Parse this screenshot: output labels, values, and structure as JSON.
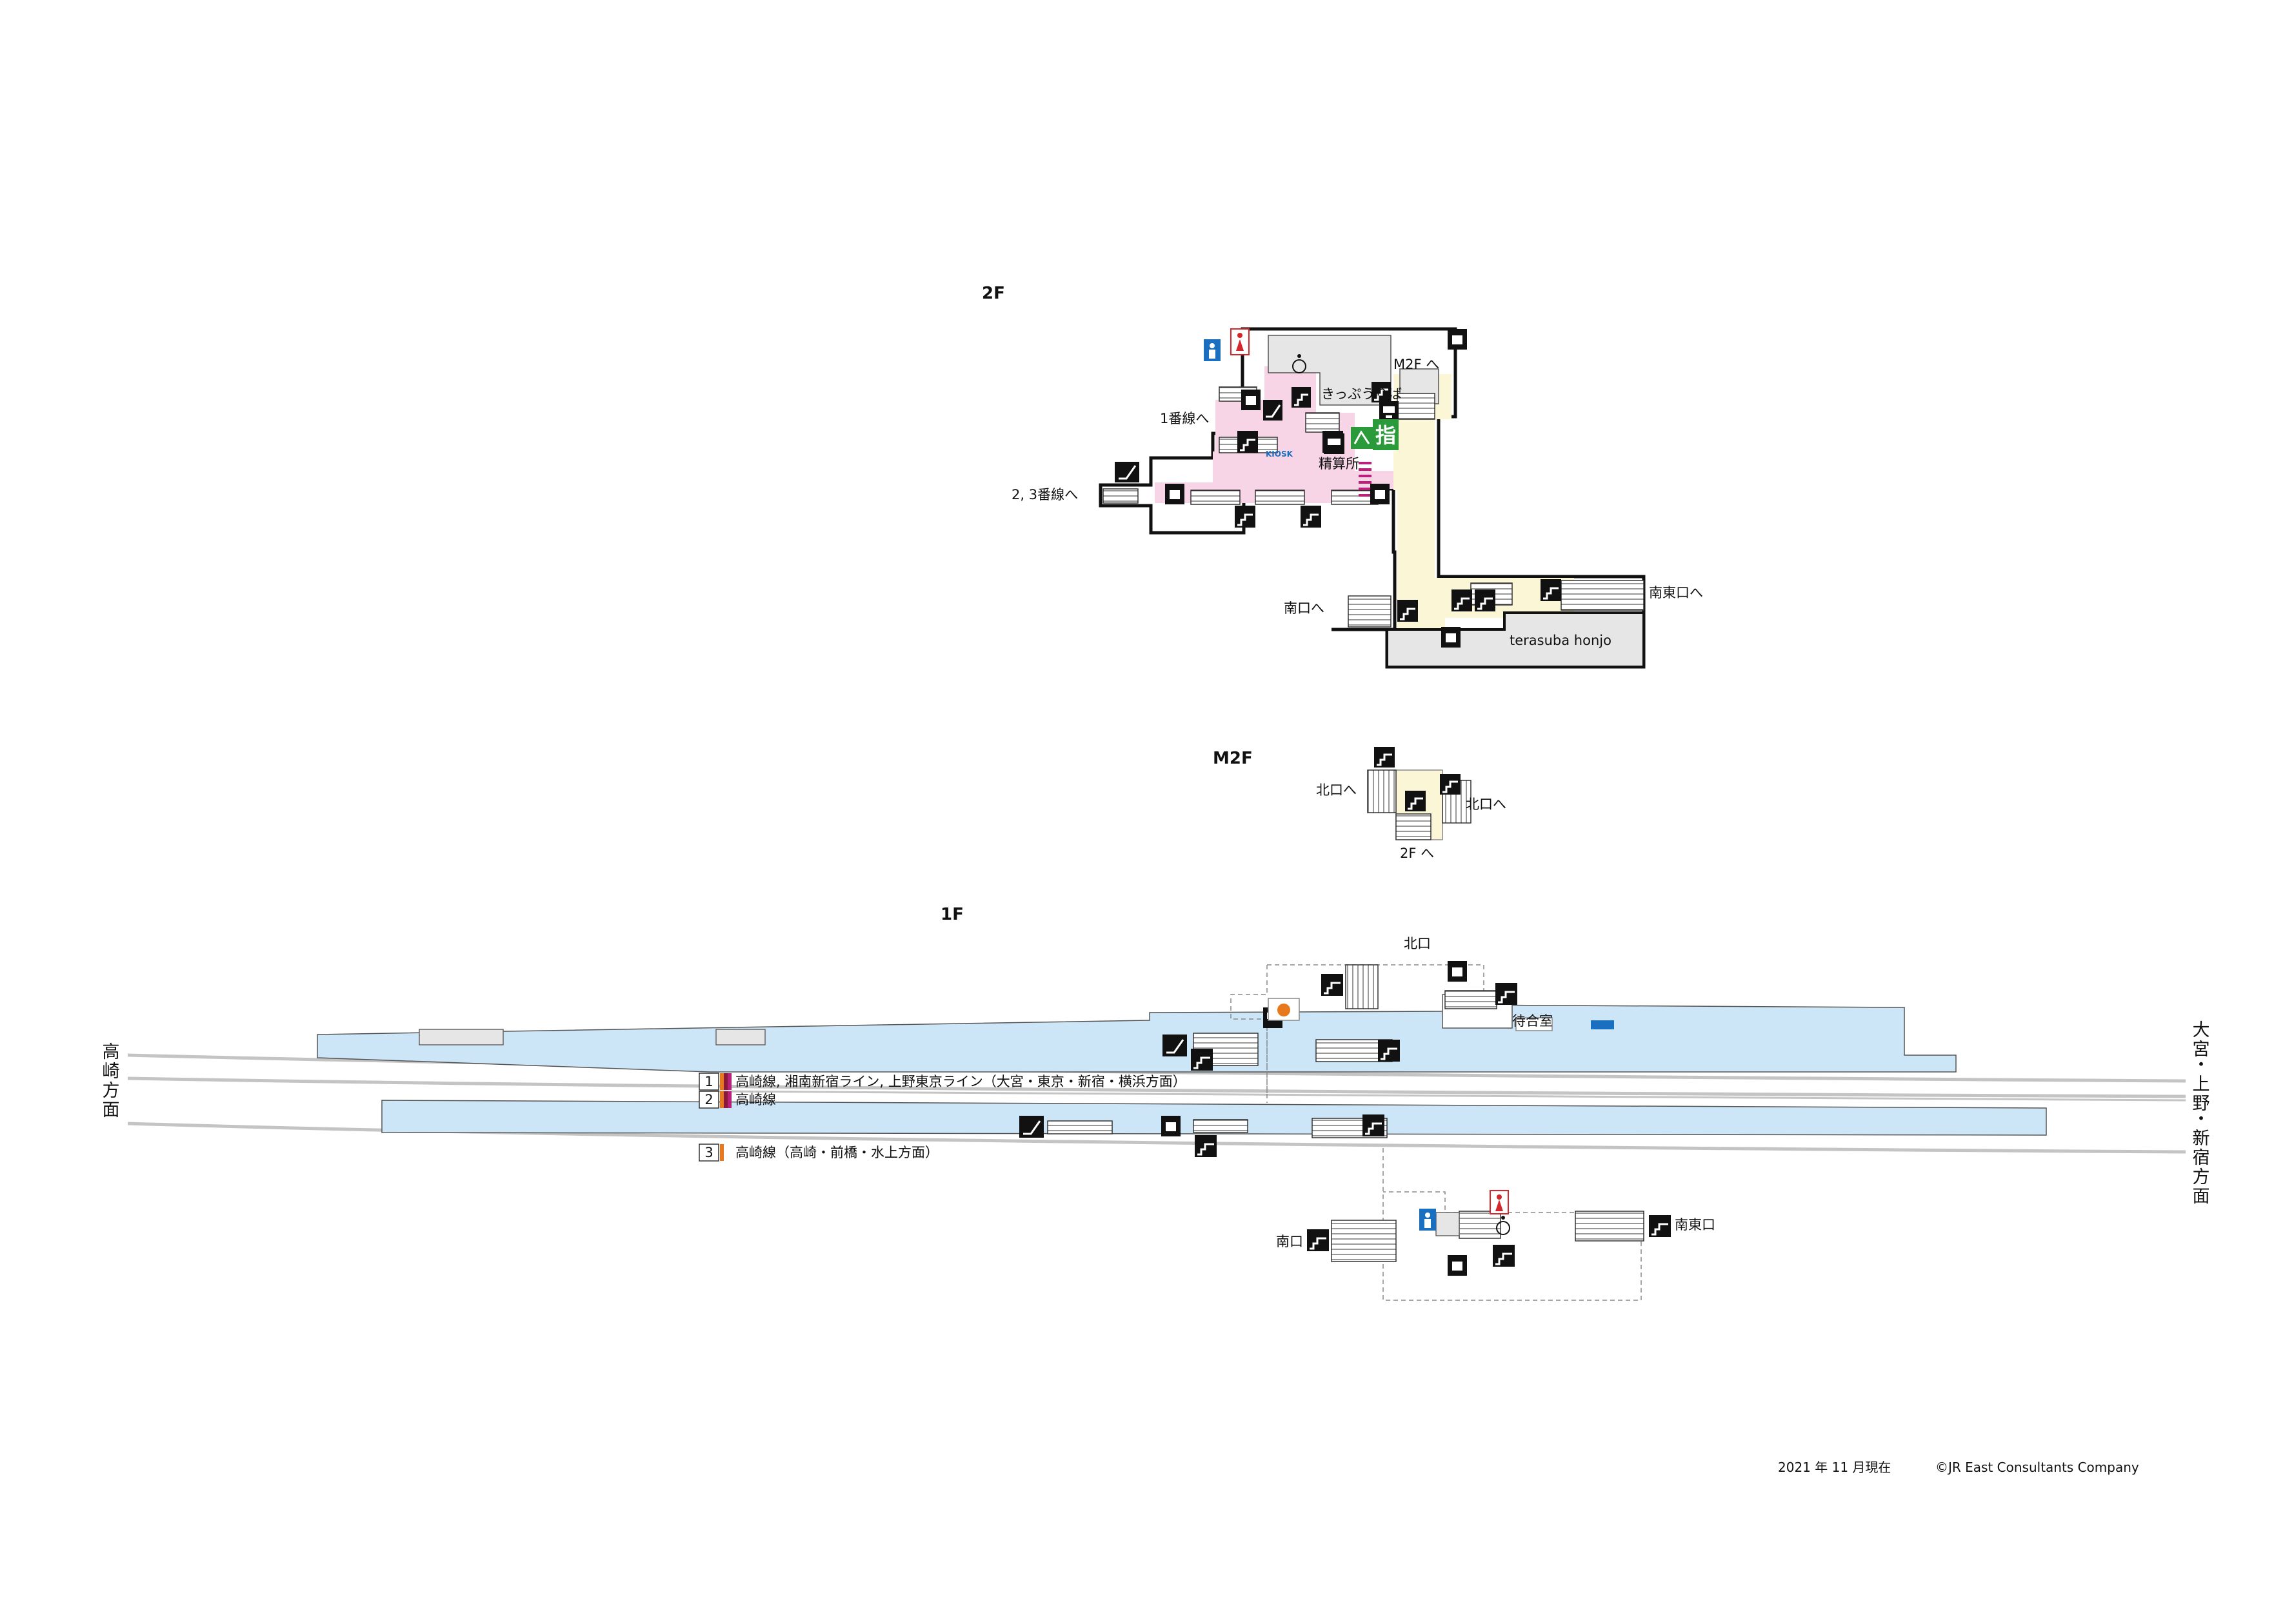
{
  "floors": {
    "f2": "2F",
    "m2f": "M2F",
    "f1": "1F"
  },
  "labels_2f": {
    "to_m2f": "M2F へ",
    "ticket_area": "きっぷうりば",
    "to_track1": "1番線へ",
    "to_track23": "2, 3番線へ",
    "kiosk": "KIOSK",
    "fare_adjust": "精算所",
    "reserved_sign": "指",
    "to_south": "南口へ",
    "to_southeast": "南東口へ",
    "shop": "terasuba honjo"
  },
  "labels_m2f": {
    "to_north_left": "北口へ",
    "to_north_right": "北口へ",
    "to_2f": "2F へ"
  },
  "labels_1f": {
    "north_exit": "北口",
    "waiting_room": "待合室",
    "south_exit": "南口",
    "southeast_exit": "南東口",
    "left_dir_chars": [
      "高",
      "崎",
      "方",
      "面"
    ],
    "right_dir_chars": [
      "大",
      "宮",
      "・",
      "上",
      "野",
      "・",
      "新",
      "宿",
      "方",
      "面"
    ]
  },
  "tracks": [
    {
      "num": "1",
      "desc": "高崎線, 湘南新宿ライン, 上野東京ライン（大宮・東京・新宿・横浜方面）",
      "colors": [
        "#e8781c",
        "#8a1a3a",
        "#b8217a"
      ]
    },
    {
      "num": "2",
      "desc": "高崎線",
      "colors": [
        "#e8781c",
        "#8a1a3a",
        "#b8217a"
      ]
    },
    {
      "num": "3",
      "desc": "高崎線（高崎・前橋・水上方面）",
      "colors": [
        "#e8781c"
      ]
    }
  ],
  "footer": {
    "date": "2021 年 11 月現在",
    "copyright": "©JR East Consultants Company"
  },
  "colors": {
    "platform": "#cde6f7",
    "paid_area": "#f8d5e6",
    "free_area": "#fbf7d6",
    "shop": "#e6e6e6",
    "rail": "#c4c4c4",
    "icon_bg": "#111111",
    "restroom_men": "#1a6fc1",
    "restroom_women": "#d4262b",
    "reserved_green": "#2a9a3a"
  },
  "icons": {
    "men": "restroom-men-icon",
    "women": "restroom-women-icon",
    "wheelchair": "wheelchair-icon",
    "elevator": "elevator-icon",
    "escalator": "escalator-icon",
    "stairs": "stairs-icon",
    "ticket": "ticket-machine-icon",
    "reserved": "reserved-ticket-icon"
  }
}
